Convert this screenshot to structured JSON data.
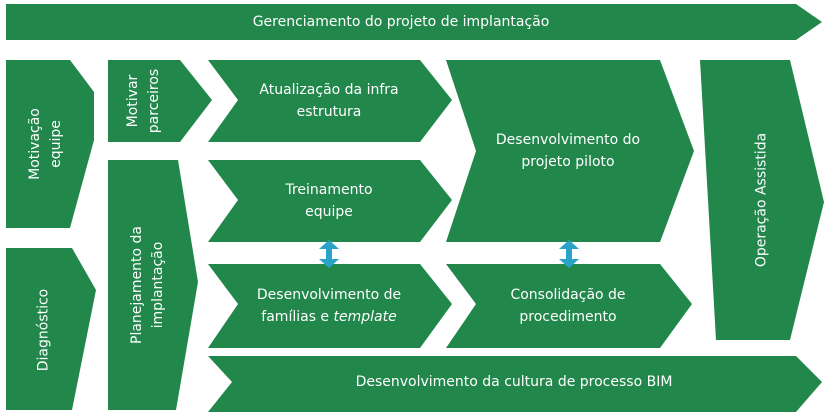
{
  "diagram": {
    "fill_color": "#22874B",
    "connector_color": "#2AA3C6",
    "connector_icon": "double-headed-vertical-arrow-icon",
    "top_bar": "Gerenciamento do projeto de implantação",
    "bottom_bar": "Desenvolvimento da cultura de processo BIM",
    "motivacao_equipe": [
      "Motivação",
      "equipe"
    ],
    "diagnostico": "Diagnóstico",
    "motivar_parceiros": [
      "Motivar",
      "parceiros"
    ],
    "planejamento": [
      "Planejamento da",
      "implantação"
    ],
    "atualizacao": [
      "Atualização da infra",
      "estrutura"
    ],
    "treinamento": [
      "Treinamento",
      "equipe"
    ],
    "familias": {
      "line1": "Desenvolvimento de",
      "line2_prefix": "famílias e ",
      "line2_italic": "template"
    },
    "projeto_piloto": [
      "Desenvolvimento do",
      "projeto piloto"
    ],
    "consolidacao": [
      "Consolidação de",
      "procedimento"
    ],
    "operacao": "Operação Assistida"
  }
}
